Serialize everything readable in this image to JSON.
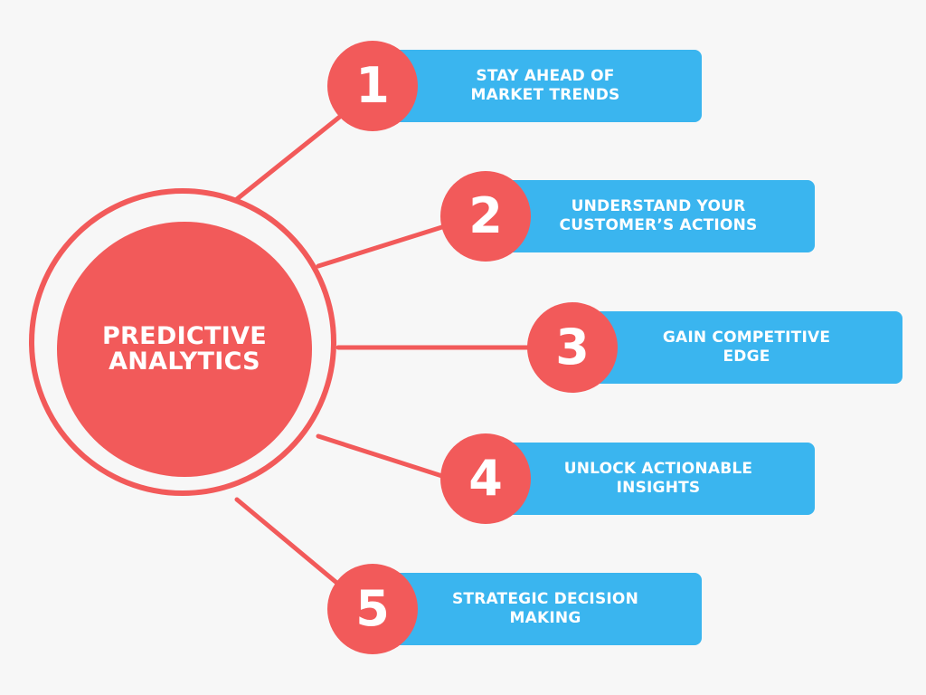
{
  "colors": {
    "background": "#f7f7f7",
    "accent_red": "#f25a5a",
    "box_blue": "#3ab5ef",
    "text_white": "#ffffff"
  },
  "center": {
    "title": "PREDICTIVE ANALYTICS"
  },
  "steps": [
    {
      "number": "1",
      "label": "STAY AHEAD OF MARKET TRENDS"
    },
    {
      "number": "2",
      "label": "UNDERSTAND YOUR CUSTOMER’S ACTIONS"
    },
    {
      "number": "3",
      "label": "GAIN COMPETITIVE EDGE"
    },
    {
      "number": "4",
      "label": "UNLOCK ACTIONABLE INSIGHTS"
    },
    {
      "number": "5",
      "label": "STRATEGIC DECISION MAKING"
    }
  ]
}
